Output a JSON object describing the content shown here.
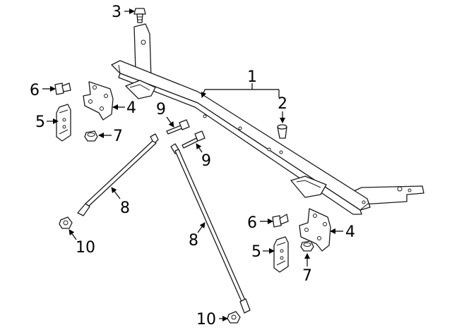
{
  "callouts": [
    {
      "id": "c1",
      "text": "1"
    },
    {
      "id": "c2",
      "text": "2"
    },
    {
      "id": "c3",
      "text": "3"
    },
    {
      "id": "c4a",
      "text": "4"
    },
    {
      "id": "c4b",
      "text": "4"
    },
    {
      "id": "c5a",
      "text": "5"
    },
    {
      "id": "c5b",
      "text": "5"
    },
    {
      "id": "c6a",
      "text": "6"
    },
    {
      "id": "c6b",
      "text": "6"
    },
    {
      "id": "c7a",
      "text": "7"
    },
    {
      "id": "c7b",
      "text": "7"
    },
    {
      "id": "c8a",
      "text": "8"
    },
    {
      "id": "c8b",
      "text": "8"
    },
    {
      "id": "c9a",
      "text": "9"
    },
    {
      "id": "c9b",
      "text": "9"
    },
    {
      "id": "c10a",
      "text": "10"
    },
    {
      "id": "c10b",
      "text": "10"
    }
  ]
}
